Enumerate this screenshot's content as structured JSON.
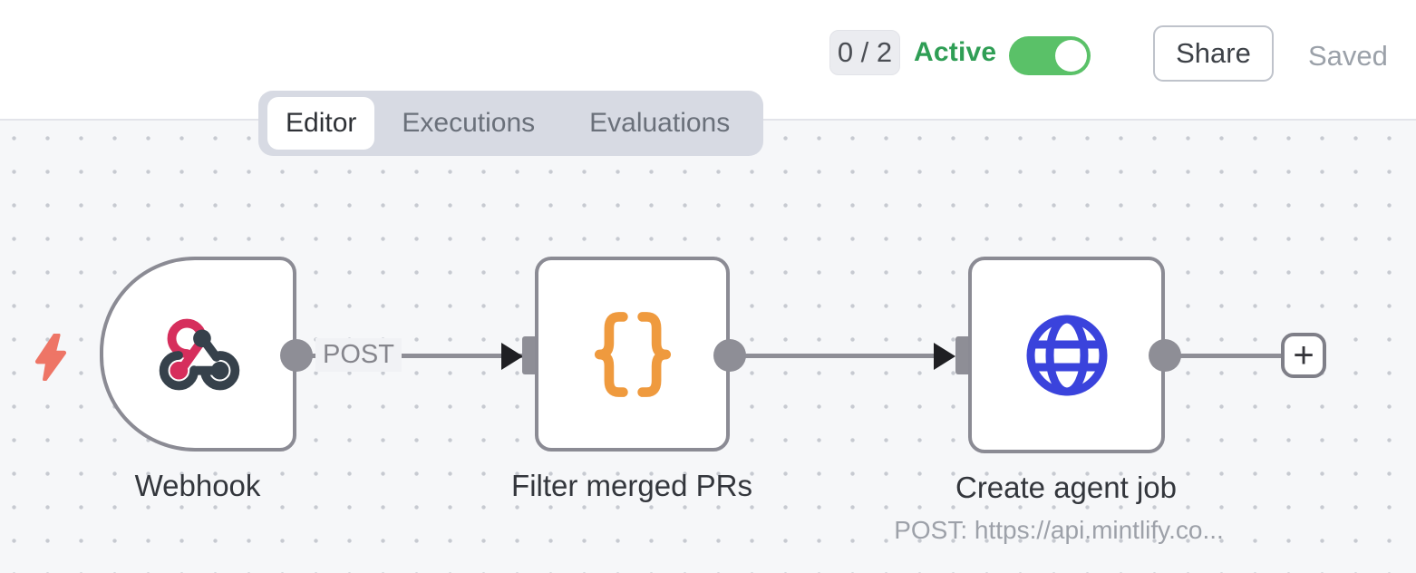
{
  "header": {
    "execution_counter": "0 / 2",
    "active_label": "Active",
    "toggle_state": "on",
    "share_label": "Share",
    "saved_label": "Saved"
  },
  "tabs": {
    "items": [
      {
        "label": "Editor",
        "active": true
      },
      {
        "label": "Executions",
        "active": false
      },
      {
        "label": "Evaluations",
        "active": false
      }
    ]
  },
  "canvas": {
    "nodes": [
      {
        "name": "Webhook",
        "type": "webhook-trigger",
        "icon": "webhook-icon",
        "subtitle": ""
      },
      {
        "name": "Filter merged PRs",
        "type": "code",
        "icon": "curly-braces-icon",
        "subtitle": ""
      },
      {
        "name": "Create agent job",
        "type": "http-request",
        "icon": "globe-icon",
        "subtitle": "POST: https://api.mintlify.co..."
      }
    ],
    "connections": [
      {
        "from": "Webhook",
        "to": "Filter merged PRs",
        "label": "POST"
      },
      {
        "from": "Filter merged PRs",
        "to": "Create agent job",
        "label": ""
      }
    ],
    "add_node_label": "+"
  },
  "colors": {
    "active_green": "#2f9e55",
    "toggle_green": "#5ac168",
    "webhook_pink": "#d62e5c",
    "webhook_dark": "#36414b",
    "code_orange": "#ef9a3e",
    "http_blue": "#3a43dc",
    "bolt_coral": "#ee7566",
    "connector_gray": "#8e8e96",
    "canvas_bg": "#f6f7f9"
  }
}
